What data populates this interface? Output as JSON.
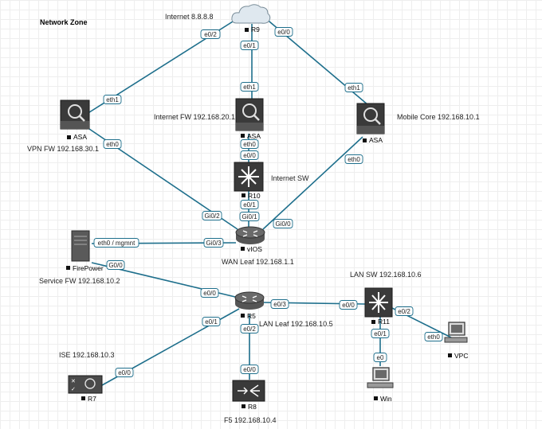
{
  "title": "Network Zone",
  "annotations": {
    "internet": "Internet 8.8.8.8",
    "internet_fw": "Internet FW 192.168.20.1",
    "vpn_fw": "VPN FW 192.168.30.1",
    "mobile_core": "Mobile Core 192.168.10.1",
    "internet_sw": "Internet SW",
    "wan_leaf": "WAN Leaf 192.168.1.1",
    "service_fw": "Service FW 192.168.10.2",
    "lan_sw": "LAN SW 192.168.10.6",
    "lan_leaf": "LAN Leaf 192.168.10.5",
    "ise": "ISE 192.168.10.3",
    "f5": "F5 192.168.10.4"
  },
  "nodes": {
    "r9": "R9",
    "asa_vpn": "ASA",
    "asa_inet": "ASA",
    "asa_mobile": "ASA",
    "r10": "R10",
    "vios": "vIOS",
    "firepower": "FirePower",
    "r5": "R5",
    "r11": "R11",
    "vpc": "VPC",
    "win": "Win",
    "r7": "R7",
    "r8": "R8"
  },
  "ports": {
    "r9_vpn": "e0/2",
    "r9_inet": "e0/1",
    "r9_mobile": "e0/0",
    "vpn_r9": "eth1",
    "inet_r9": "eth1",
    "mobile_r9": "eth1",
    "vpn_wan": "eth0",
    "inet_r10": "eth0",
    "r10_inet": "e0/0",
    "mobile_wan": "eth0",
    "r10_wan": "e0/1",
    "wan_r10": "Gi0/1",
    "wan_vpn": "Gi0/2",
    "wan_mobile": "Gi0/0",
    "fp_wan": "eth0 / mgmnt",
    "wan_fp": "Gi0/3",
    "fp_r5": "G0/0",
    "r5_fp": "e0/0",
    "r5_r11": "e0/3",
    "r11_r5": "e0/0",
    "r5_r7": "e0/1",
    "r7_r5": "e0/0",
    "r5_r8": "e0/2",
    "r8_r5": "e0/0",
    "r11_vpc": "e0/2",
    "vpc_r11": "eth0",
    "r11_win": "e0/1",
    "win_r11": "e0"
  }
}
